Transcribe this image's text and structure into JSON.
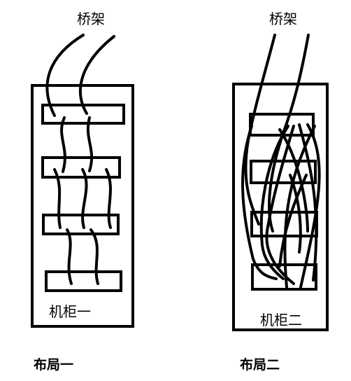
{
  "layouts": [
    {
      "tray_label": "桥架",
      "cabinet_label": "机柜一",
      "layout_label": "布局一"
    },
    {
      "tray_label": "桥架",
      "cabinet_label": "机柜二",
      "layout_label": "布局二"
    }
  ]
}
